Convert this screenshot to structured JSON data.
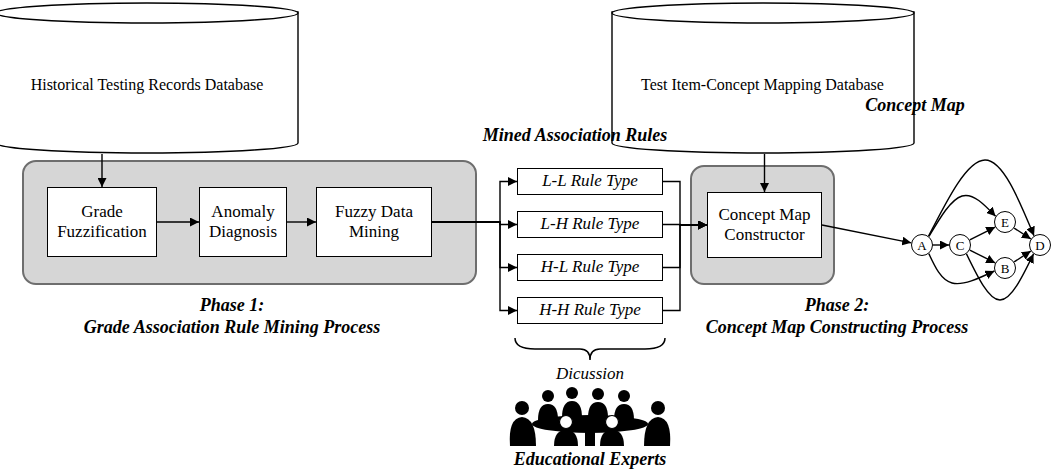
{
  "diagram": {
    "nodes": [
      {
        "text": [
          "Historical Testing Records Database"
        ]
      },
      {
        "text": [
          "Phase 1:",
          "Grade Association Rule Mining Process"
        ]
      },
      {
        "text": [
          "Grade Fuzzification"
        ],
        "in": 1
      },
      {
        "text": [
          "Anomaly Diagnosis"
        ],
        "in": 1
      },
      {
        "text": [
          "Fuzzy Data Mining"
        ],
        "in": 1
      },
      {
        "text": [
          "L-L Rule Type"
        ]
      },
      {
        "text": [
          "L-H Rule Type"
        ]
      },
      {
        "text": [
          "H-L Rule Type"
        ]
      },
      {
        "text": [
          "H-H Rule Type"
        ]
      },
      {
        "text": [
          "Test Item-Concept Mapping Database"
        ]
      },
      {
        "text": [
          "Phase 2:",
          "Concept Map Constructing Process"
        ]
      },
      {
        "text": [
          "Concept Map Constructor"
        ],
        "in": 10
      },
      {
        "text": [
          "A"
        ]
      },
      {
        "text": [
          "C"
        ]
      },
      {
        "text": [
          "E"
        ]
      },
      {
        "text": [
          "B"
        ]
      },
      {
        "text": [
          "D"
        ]
      }
    ],
    "edges": [
      {
        "from": 0,
        "to": 2,
        "arrow": "to"
      },
      {
        "from": 2,
        "to": 3,
        "arrow": "to"
      },
      {
        "from": 3,
        "to": 4,
        "arrow": "to"
      },
      {
        "from": 4,
        "to": 5,
        "arrow": "to"
      },
      {
        "from": 4,
        "to": 6,
        "arrow": "to"
      },
      {
        "from": 4,
        "to": 7,
        "arrow": "to"
      },
      {
        "from": 4,
        "to": 8,
        "arrow": "to"
      },
      {
        "from": 5,
        "to": 11,
        "arrow": "to"
      },
      {
        "from": 6,
        "to": 11,
        "arrow": "to"
      },
      {
        "from": 7,
        "to": 11,
        "arrow": "to"
      },
      {
        "from": 8,
        "to": 11,
        "arrow": "to"
      },
      {
        "from": 9,
        "to": 11,
        "arrow": "to"
      },
      {
        "from": 11,
        "to": 12,
        "arrow": "to"
      },
      {
        "from": 12,
        "to": 13,
        "arrow": "to"
      },
      {
        "from": 13,
        "to": 14,
        "arrow": "to"
      },
      {
        "from": 13,
        "to": 15,
        "arrow": "to"
      },
      {
        "from": 14,
        "to": 16,
        "arrow": "to"
      },
      {
        "from": 15,
        "to": 16,
        "arrow": "to"
      },
      {
        "from": 12,
        "to": 14,
        "arrow": "to"
      },
      {
        "from": 12,
        "to": 16,
        "arrow": "to"
      },
      {
        "from": 13,
        "to": 16,
        "arrow": "to"
      },
      {
        "from": 12,
        "to": 15,
        "arrow": "to"
      }
    ],
    "labels": [
      "Mined Association Rules",
      "Dicussion",
      "Educational Experts",
      "Concept Map"
    ]
  }
}
